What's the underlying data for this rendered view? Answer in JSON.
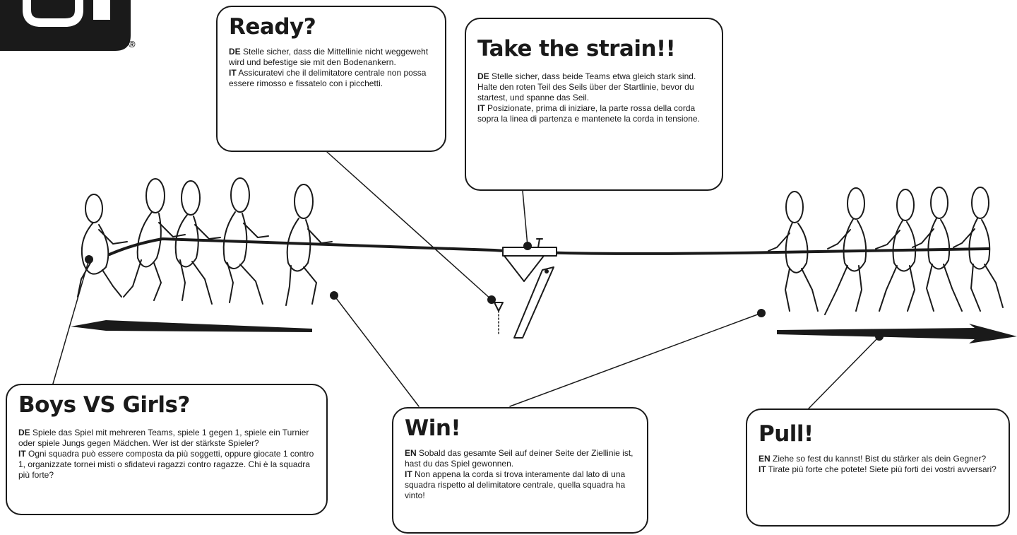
{
  "logo": {
    "registered_mark": "®"
  },
  "callouts": {
    "ready": {
      "title": "Ready?",
      "lines": [
        {
          "lang": "DE",
          "text": "Stelle sicher, dass die Mittellinie nicht weggeweht wird und befestige sie mit den Bodenankern."
        },
        {
          "lang": "IT",
          "text": "Assicuratevi che il delimitatore centrale non possa essere rimosso e fissatelo con i picchetti."
        }
      ]
    },
    "take_strain": {
      "title": "Take the strain!!",
      "lines": [
        {
          "lang": "DE",
          "text": "Stelle sicher, dass beide Teams etwa gleich stark sind. Halte den roten Teil des Seils über der Startlinie, bevor du startest, und spanne das Seil."
        },
        {
          "lang": "IT",
          "text": "Posizionate, prima di iniziare, la parte rossa della corda sopra la linea di partenza e mantenete la corda in tensione."
        }
      ]
    },
    "boys_vs_girls": {
      "title": "Boys VS Girls?",
      "lines": [
        {
          "lang": "DE",
          "text": "Spiele das Spiel mit mehreren Teams, spiele 1 gegen 1, spiele ein Turnier oder spiele Jungs gegen Mädchen. Wer ist der stärkste Spieler?"
        },
        {
          "lang": "IT",
          "text": "Ogni squadra può essere composta da più soggetti, oppure giocate 1 contro 1, organizzate tornei misti o sfidatevi ragazzi contro ragazze. Chi è la squadra più forte?"
        }
      ]
    },
    "win": {
      "title": "Win!",
      "lines": [
        {
          "lang": "EN",
          "text": "Sobald das gesamte Seil auf deiner Seite der Ziellinie ist, hast du das Spiel gewonnen."
        },
        {
          "lang": "IT",
          "text": "Non appena la corda si trova interamente dal lato di una squadra rispetto al delimitatore centrale, quella squadra ha vinto!"
        }
      ]
    },
    "pull": {
      "title": "Pull!",
      "lines": [
        {
          "lang": "EN",
          "text": "Ziehe so fest du kannst! Bist du stärker als dein Gegner?"
        },
        {
          "lang": "IT",
          "text": "Tirate più forte che potete! Siete più forti dei vostri avversari?"
        }
      ]
    }
  },
  "colors": {
    "ink": "#1a1a1a",
    "paper": "#ffffff"
  }
}
